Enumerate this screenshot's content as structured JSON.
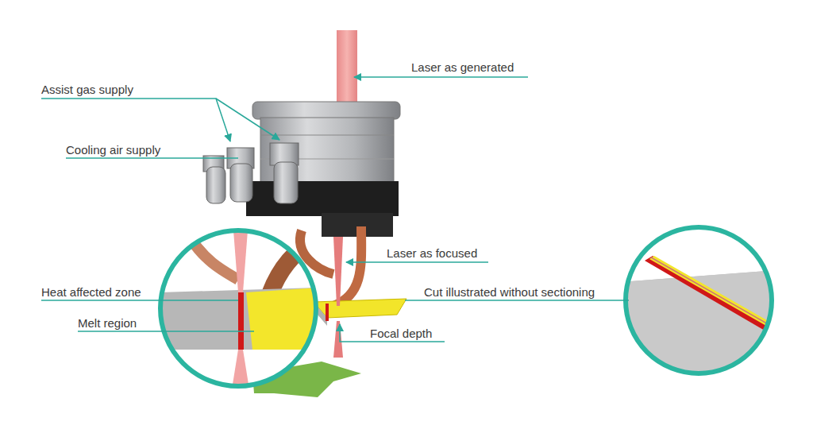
{
  "diagram": {
    "labels": [
      "Laser as generated",
      "Assist gas supply",
      "Cooling air supply",
      "Laser as focused",
      "Heat affected zone",
      "Cut illustrated without sectioning",
      "Melt region",
      "Focal depth"
    ]
  }
}
